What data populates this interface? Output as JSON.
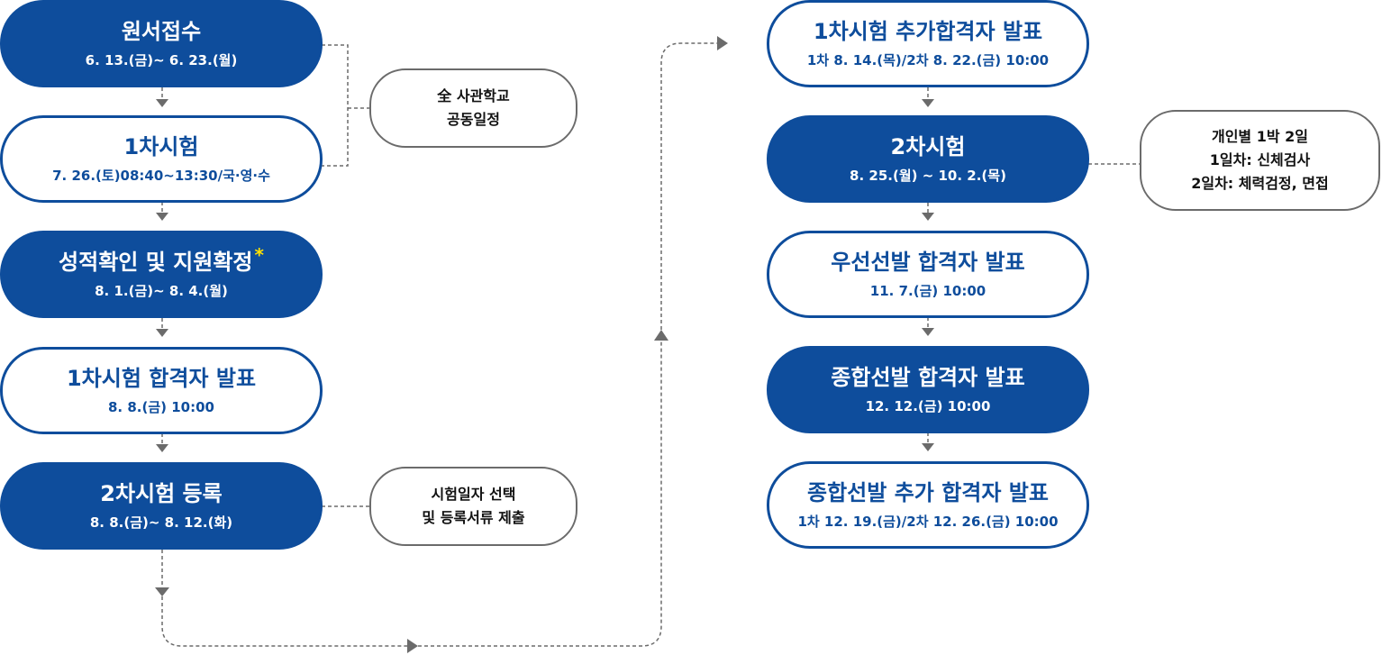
{
  "colors": {
    "primary": "#0e4d9c",
    "connector": "#6b6b6b",
    "asterisk": "#ffe100"
  },
  "steps": [
    {
      "title": "원서접수",
      "date": "6. 13.(금)~ 6. 23.(월)"
    },
    {
      "title": "1차시험",
      "date": "7. 26.(토)08:40~13:30/국·영·수"
    },
    {
      "title": "성적확인 및 지원확정",
      "marker": "*",
      "date": "8. 1.(금)~ 8. 4.(월)"
    },
    {
      "title": "1차시험 합격자 발표",
      "date": "8. 8.(금) 10:00"
    },
    {
      "title": "2차시험 등록",
      "date": "8. 8.(금)~ 8. 12.(화)"
    },
    {
      "title": "1차시험 추가합격자 발표",
      "date": "1차 8. 14.(목)/2차 8. 22.(금) 10:00"
    },
    {
      "title": "2차시험",
      "date": "8. 25.(월) ~ 10. 2.(목)"
    },
    {
      "title": "우선선발 합격자 발표",
      "date": "11. 7.(금) 10:00"
    },
    {
      "title": "종합선발 합격자 발표",
      "date": "12. 12.(금) 10:00"
    },
    {
      "title": "종합선발 추가 합격자 발표",
      "date": "1차 12. 19.(금)/2차 12. 26.(금) 10:00"
    }
  ],
  "notes": {
    "common_schedule": [
      "全 사관학교",
      "공동일정"
    ],
    "registration": [
      "시험일자 선택",
      "및 등록서류 제출"
    ],
    "second_exam": [
      "개인별 1박 2일",
      "1일차: 신체검사",
      "2일차: 체력검정, 면접"
    ]
  }
}
